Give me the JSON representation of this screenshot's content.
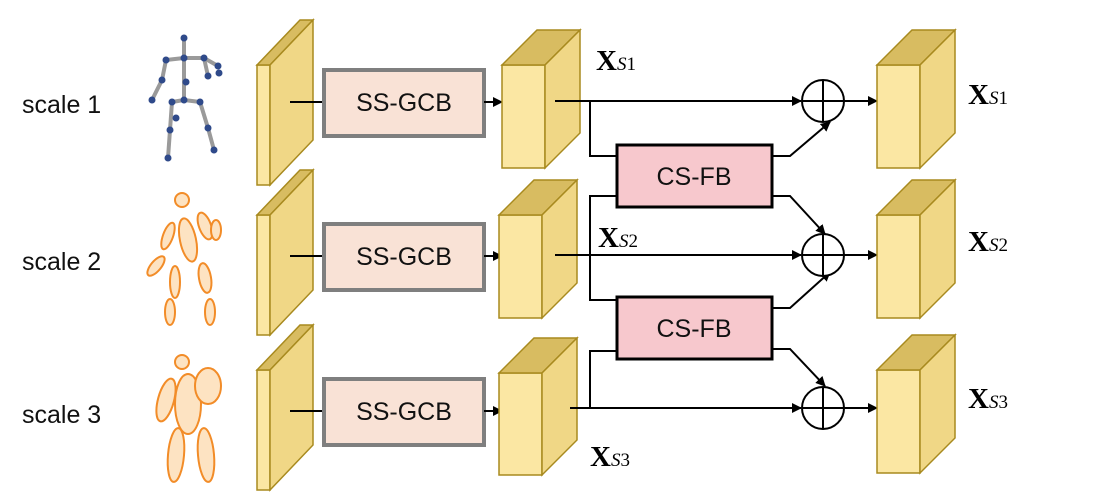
{
  "scales": [
    {
      "label": "scale 1"
    },
    {
      "label": "scale 2"
    },
    {
      "label": "scale 3"
    }
  ],
  "blocks": {
    "ssgcb": "SS-GCB",
    "csfb": "CS-FB"
  },
  "variables": {
    "main": "X",
    "sub": "S",
    "indices": [
      "1",
      "2",
      "3"
    ]
  },
  "colors": {
    "feature_front": "#fbe7a3",
    "feature_top": "#d8bc61",
    "feature_edge": "#a88a1f",
    "ssgcb_fill": "#f9e2d6",
    "ssgcb_border": "#7f7f7f",
    "csfb_fill": "#f7c8cd",
    "csfb_border": "#000000",
    "skeleton_joint": "#2f4a8a",
    "skeleton_bone": "#9a9a9a",
    "body_part": "#f28c28",
    "body_part_fill": "#fde3c2"
  }
}
